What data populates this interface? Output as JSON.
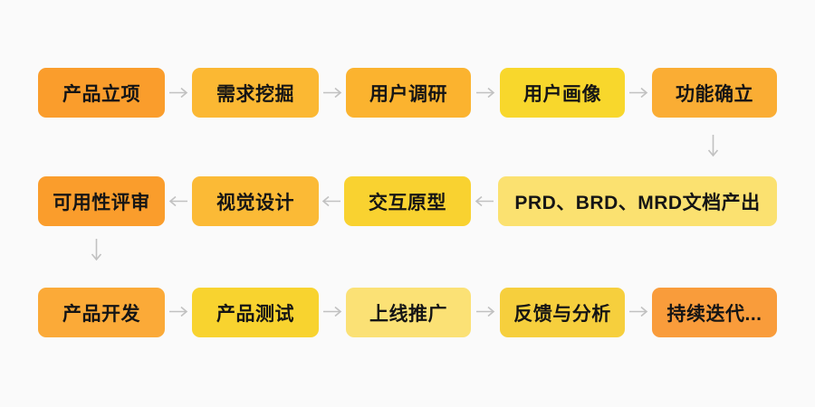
{
  "page": {
    "background": "#fafafa"
  },
  "flowchart": {
    "arrow_color": "#c1c1c1",
    "text_color": "#151515",
    "rows": [
      {
        "direction": "right",
        "nodes": [
          {
            "label": "产品立项",
            "color": "#fa9d2c"
          },
          {
            "label": "需求挖掘",
            "color": "#fbb833"
          },
          {
            "label": "用户调研",
            "color": "#fbb32f"
          },
          {
            "label": "用户画像",
            "color": "#f8d72c"
          },
          {
            "label": "功能确立",
            "color": "#faad34"
          }
        ]
      },
      {
        "direction": "left",
        "nodes": [
          {
            "label": "可用性评审",
            "color": "#fa9d2c"
          },
          {
            "label": "视觉设计",
            "color": "#fbba36"
          },
          {
            "label": "交互原型",
            "color": "#f9d230"
          },
          {
            "label": "PRD、BRD、MRD文档产出",
            "color": "#fbe170"
          }
        ]
      },
      {
        "direction": "right",
        "nodes": [
          {
            "label": "产品开发",
            "color": "#fbaa38"
          },
          {
            "label": "产品测试",
            "color": "#f8d32f"
          },
          {
            "label": "上线推广",
            "color": "#fbe175"
          },
          {
            "label": "反馈与分析",
            "color": "#f6cf3d"
          },
          {
            "label": "持续迭代...",
            "color": "#f99c3b"
          }
        ]
      }
    ],
    "connections": [
      {
        "from": "产品立项",
        "to": "需求挖掘"
      },
      {
        "from": "需求挖掘",
        "to": "用户调研"
      },
      {
        "from": "用户调研",
        "to": "用户画像"
      },
      {
        "from": "用户画像",
        "to": "功能确立"
      },
      {
        "from": "功能确立",
        "to": "PRD、BRD、MRD文档产出"
      },
      {
        "from": "PRD、BRD、MRD文档产出",
        "to": "交互原型"
      },
      {
        "from": "交互原型",
        "to": "视觉设计"
      },
      {
        "from": "视觉设计",
        "to": "可用性评审"
      },
      {
        "from": "可用性评审",
        "to": "产品开发"
      },
      {
        "from": "产品开发",
        "to": "产品测试"
      },
      {
        "from": "产品测试",
        "to": "上线推广"
      },
      {
        "from": "上线推广",
        "to": "反馈与分析"
      },
      {
        "from": "反馈与分析",
        "to": "持续迭代..."
      }
    ]
  }
}
